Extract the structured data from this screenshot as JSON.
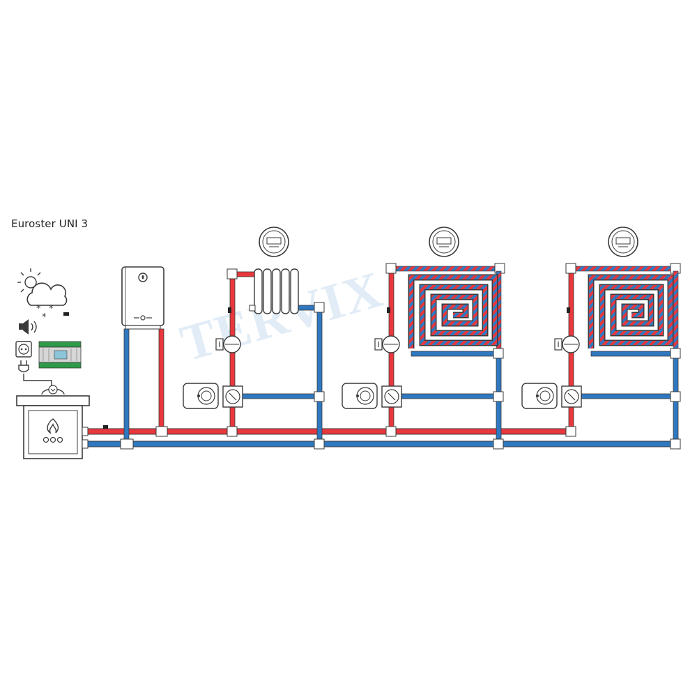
{
  "diagram": {
    "title": "Euroster UNI 3",
    "watermark": "TERVIX",
    "colors": {
      "supply": "#e8383d",
      "return": "#2f78c0",
      "outline": "#3a3a3a",
      "fitting": "#ffffff"
    },
    "left_panel_icons": [
      "weather-sun-snow-icon",
      "speaker-alarm-icon",
      "power-socket-icon",
      "controller-module-icon",
      "power-plug-icon"
    ],
    "components": [
      "boiler",
      "water-heater",
      "radiator-circuit",
      "floor-heating-circuit-1",
      "floor-heating-circuit-2"
    ]
  }
}
